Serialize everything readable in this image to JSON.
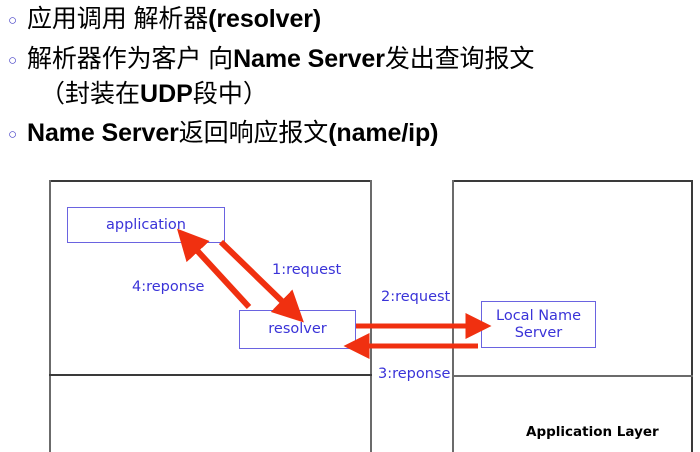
{
  "slide": {
    "bullet_marker": "○",
    "bullets": [
      {
        "id": "bullet-1",
        "text": "应用调用 解析器(resolver)"
      },
      {
        "id": "bullet-2",
        "text": "解析器作为客户 向Name Server发出查询报文",
        "continuation": "（封装在UDP段中）"
      },
      {
        "id": "bullet-3",
        "text": "Name Server返回响应报文(name/ip)"
      }
    ]
  },
  "diagram": {
    "nodes": [
      {
        "id": "application",
        "label": "application"
      },
      {
        "id": "resolver",
        "label": "resolver"
      },
      {
        "id": "local-name-server",
        "label": "Local Name\nServer"
      }
    ],
    "flows": [
      {
        "id": "flow-1",
        "label": "1:request"
      },
      {
        "id": "flow-2",
        "label": "2:request"
      },
      {
        "id": "flow-3",
        "label": "3:reponse"
      },
      {
        "id": "flow-4",
        "label": "4:reponse"
      }
    ],
    "layer_label": "Application Layer",
    "colors": {
      "arrow": "#f03010",
      "box_border": "#6a63e0",
      "box_text": "#3a33d8",
      "frame": "#6b6b6b",
      "bullet": "#4a46c8"
    }
  }
}
